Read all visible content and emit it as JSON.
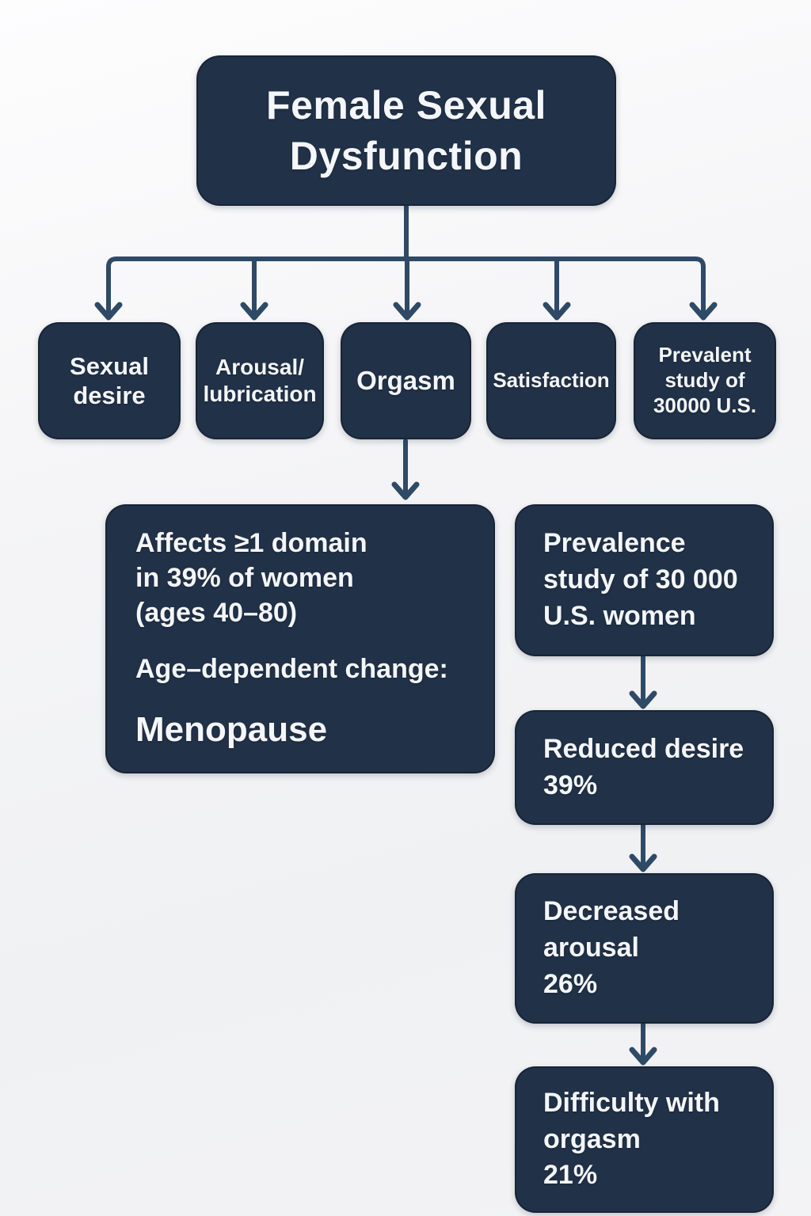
{
  "colors": {
    "background": "#f2f2f4",
    "node_fill": "#213148",
    "connector": "#2e4a66",
    "text": "#f4f6f9"
  },
  "flowchart": {
    "title": "Female Sexual\nDysfunction",
    "domains": [
      {
        "label": "Sexual\ndesire"
      },
      {
        "label": "Arousal/\nlubrication"
      },
      {
        "label": "Orgasm"
      },
      {
        "label": "Satisfaction"
      },
      {
        "label": "Prevalent\nstudy of\n30000 U.S."
      }
    ],
    "orgasm_detail": {
      "affects": "Affects ≥1 domain\nin 39% of women\n(ages 40–80)",
      "age_change": "Age–dependent change:",
      "menopause": "Menopause"
    },
    "prevalence_chain": [
      {
        "label": "Prevalence\nstudy of 30 000\nU.S. women"
      },
      {
        "label": "Reduced desire\n39%"
      },
      {
        "label": "Decreased\narousal\n26%"
      },
      {
        "label": "Difficulty with\norgasm\n21%"
      }
    ]
  }
}
